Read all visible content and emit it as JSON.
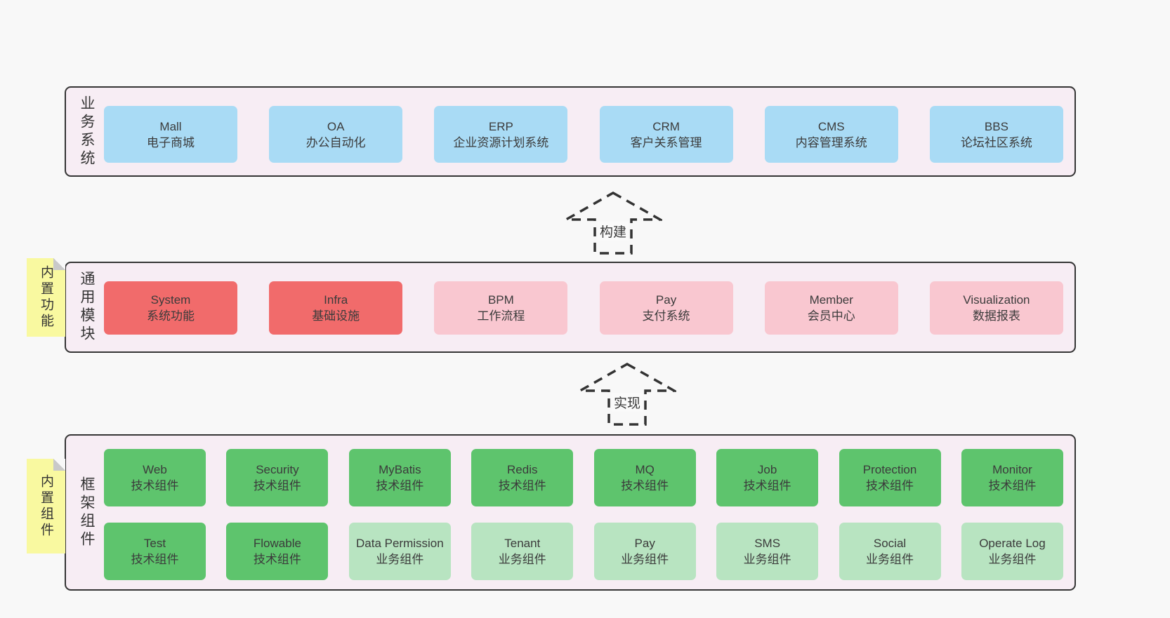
{
  "colors": {
    "page_bg": "#f8f8f8",
    "layer_bg": "#f7edf4",
    "layer_border": "#353535",
    "blue_box": "#a9dbf5",
    "red_box": "#f16b6b",
    "pink_box": "#f9c7d0",
    "green_dark_box": "#5ec46d",
    "green_light_box": "#b8e4c1",
    "note_bg": "#f9f9a0",
    "note_fold": "#c9c9c9",
    "text": "#3b3b3b"
  },
  "layers": {
    "business": {
      "title": "业务系统",
      "boxes": [
        {
          "en": "Mall",
          "zh": "电子商城"
        },
        {
          "en": "OA",
          "zh": "办公自动化"
        },
        {
          "en": "ERP",
          "zh": "企业资源计划系统"
        },
        {
          "en": "CRM",
          "zh": "客户关系管理"
        },
        {
          "en": "CMS",
          "zh": "内容管理系统"
        },
        {
          "en": "BBS",
          "zh": "论坛社区系统"
        }
      ]
    },
    "modules": {
      "title": "通用模块",
      "note": "内置功能",
      "boxes": [
        {
          "en": "System",
          "zh": "系统功能"
        },
        {
          "en": "Infra",
          "zh": "基础设施"
        },
        {
          "en": "BPM",
          "zh": "工作流程"
        },
        {
          "en": "Pay",
          "zh": "支付系统"
        },
        {
          "en": "Member",
          "zh": "会员中心"
        },
        {
          "en": "Visualization",
          "zh": "数据报表"
        }
      ]
    },
    "components": {
      "title": "框架组件",
      "note": "内置组件",
      "row1": [
        {
          "en": "Web",
          "zh": "技术组件"
        },
        {
          "en": "Security",
          "zh": "技术组件"
        },
        {
          "en": "MyBatis",
          "zh": "技术组件"
        },
        {
          "en": "Redis",
          "zh": "技术组件"
        },
        {
          "en": "MQ",
          "zh": "技术组件"
        },
        {
          "en": "Job",
          "zh": "技术组件"
        },
        {
          "en": "Protection",
          "zh": "技术组件"
        },
        {
          "en": "Monitor",
          "zh": "技术组件"
        }
      ],
      "row2": [
        {
          "en": "Test",
          "zh": "技术组件"
        },
        {
          "en": "Flowable",
          "zh": "技术组件"
        },
        {
          "en": "Data Permission",
          "zh": "业务组件"
        },
        {
          "en": "Tenant",
          "zh": "业务组件"
        },
        {
          "en": "Pay",
          "zh": "业务组件"
        },
        {
          "en": "SMS",
          "zh": "业务组件"
        },
        {
          "en": "Social",
          "zh": "业务组件"
        },
        {
          "en": "Operate Log",
          "zh": "业务组件"
        }
      ]
    }
  },
  "arrows": [
    {
      "label": "构建"
    },
    {
      "label": "实现"
    }
  ]
}
